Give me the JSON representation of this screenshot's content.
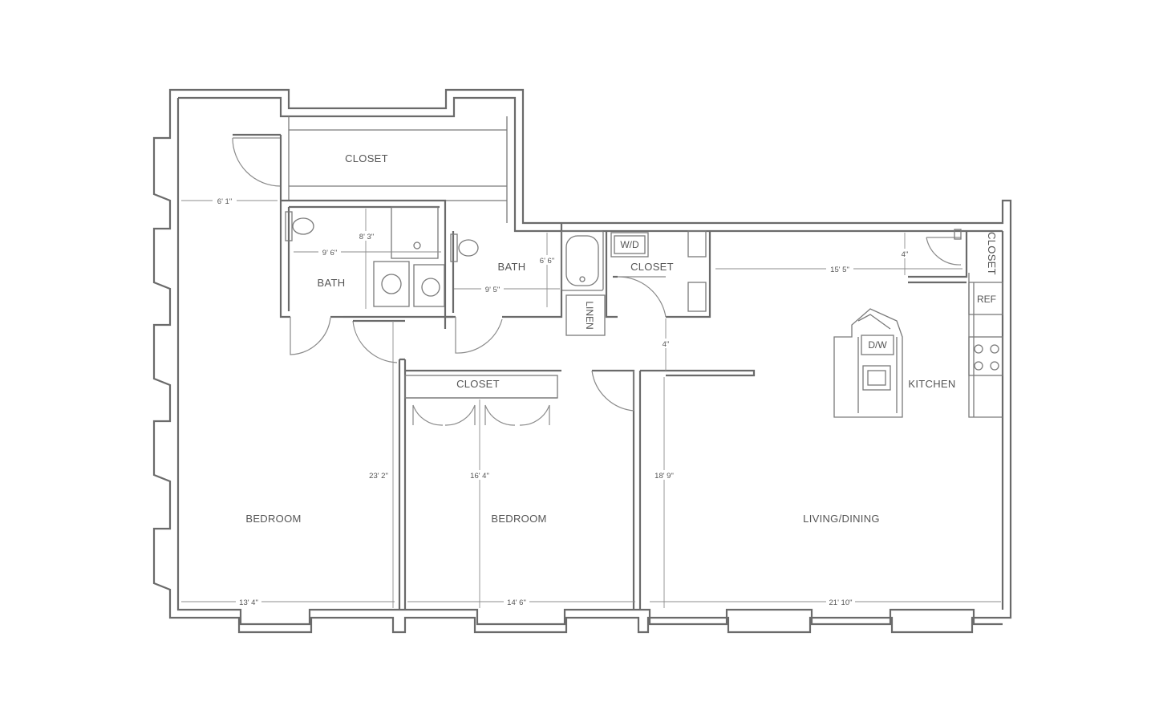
{
  "rooms": {
    "closet_top": "CLOSET",
    "bath_1": "BATH",
    "bath_2": "BATH",
    "closet_wd": "CLOSET",
    "closet_right": "CLOSET",
    "closet_bedroom2": "CLOSET",
    "kitchen": "KITCHEN",
    "bedroom_1": "BEDROOM",
    "bedroom_2": "BEDROOM",
    "living_dining": "LIVING/DINING"
  },
  "fixtures": {
    "washer_dryer": "W/D",
    "linen": "LINEN",
    "refrigerator": "REF",
    "dishwasher": "D/W"
  },
  "dimensions": {
    "d_6_1": "6' 1\"",
    "d_8_3": "8' 3\"",
    "d_9_6": "9' 6\"",
    "d_6_6": "6' 6\"",
    "d_9_5": "9' 5\"",
    "d_15_5": "15' 5\"",
    "d_4_a": "4\"",
    "d_4_b": "4\"",
    "d_23_2": "23' 2\"",
    "d_16_4": "16' 4\"",
    "d_18_9": "18' 9\"",
    "d_13_4": "13' 4\"",
    "d_14_6": "14' 6\"",
    "d_21_10": "21' 10\""
  }
}
